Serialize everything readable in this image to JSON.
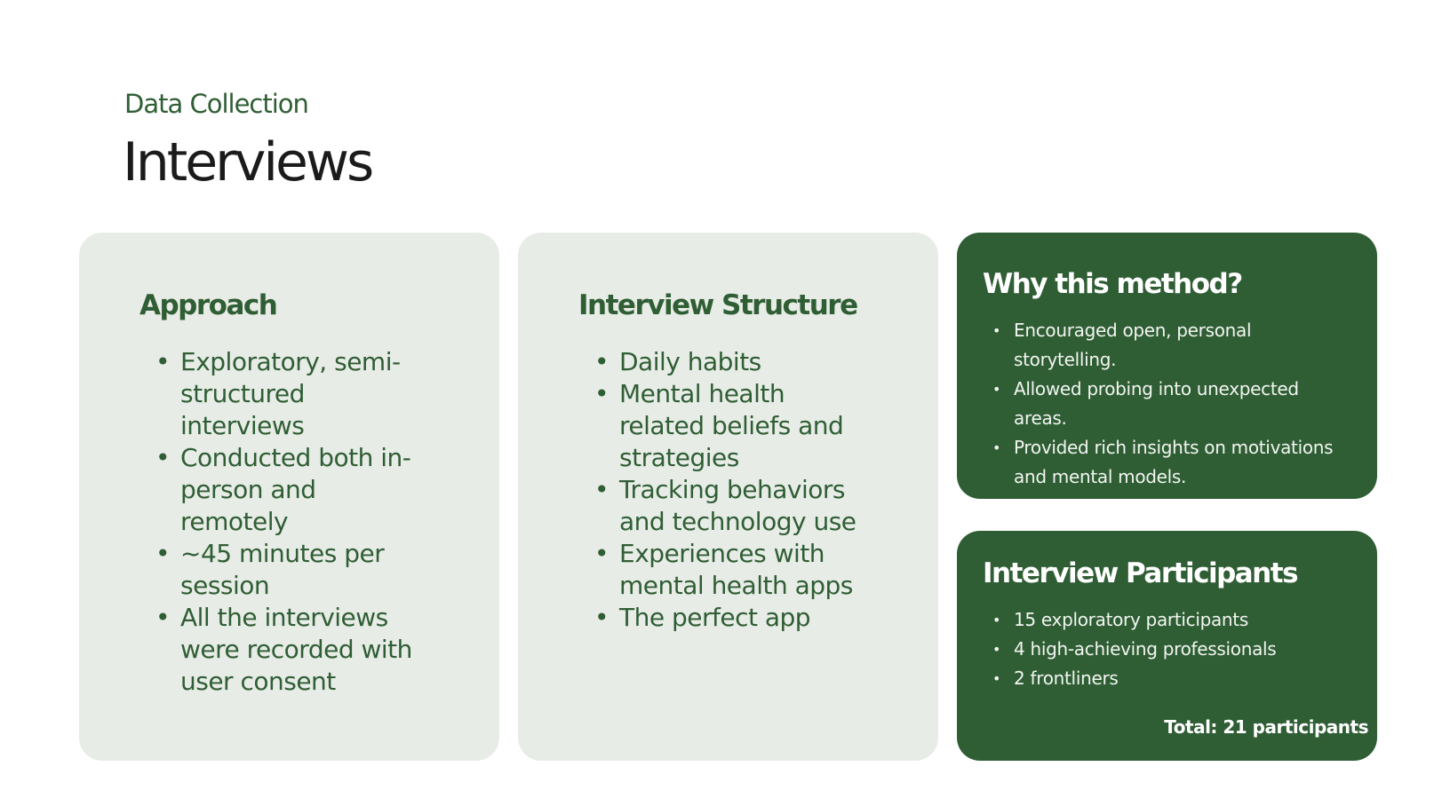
{
  "header": {
    "eyebrow": "Data Collection",
    "title": "Interviews"
  },
  "approach": {
    "heading": "Approach",
    "items": [
      "Exploratory, semi-structured interviews",
      "Conducted both in-person and remotely",
      "~45 minutes per session",
      "All the interviews were recorded with user consent"
    ]
  },
  "structure": {
    "heading": "Interview Structure",
    "items": [
      "Daily habits",
      "Mental health related beliefs and strategies",
      "Tracking behaviors and technology use",
      "Experiences with mental health apps",
      "The perfect app"
    ]
  },
  "why": {
    "heading": "Why this method?",
    "items": [
      "Encouraged open, personal storytelling.",
      "Allowed probing into unexpected areas.",
      "Provided rich insights on motivations and mental models."
    ]
  },
  "participants": {
    "heading": "Interview Participants",
    "items": [
      "15 exploratory participants",
      "4 high-achieving professionals",
      "2 frontliners"
    ],
    "total": "Total: 21 participants"
  },
  "colors": {
    "brand_green": "#2f5e34",
    "card_light": "#e8ece7",
    "title_dark": "#1b1b1b"
  }
}
